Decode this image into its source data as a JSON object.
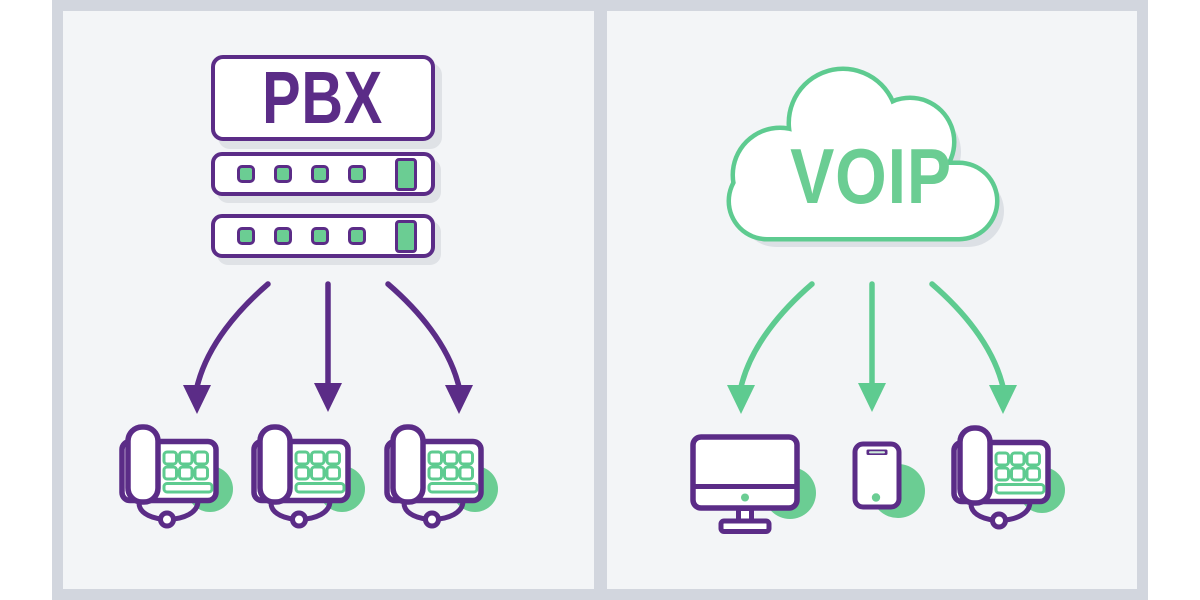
{
  "diagram": {
    "name": "pbx-vs-voip-comparison",
    "left_panel": {
      "title": "PBX",
      "hardware": "on-premise-server-rack",
      "server_rows": 2,
      "small_leds_per_row": 4,
      "tall_leds_per_row": 1,
      "arrows": 3,
      "connected_devices": [
        "desk-phone",
        "desk-phone",
        "desk-phone"
      ]
    },
    "right_panel": {
      "title": "VOIP",
      "hardware": "cloud",
      "arrows": 3,
      "connected_devices": [
        "desktop-computer",
        "smartphone",
        "desk-phone"
      ]
    },
    "colors": {
      "purple": "#5b2c87",
      "green_stroke": "#5ecb90",
      "green_fill": "#6bcd93",
      "panel_background": "#f3f5f7",
      "frame_background": "#d2d6de",
      "page_background": "#ffffff",
      "shadow": "#dfe2e6"
    }
  }
}
